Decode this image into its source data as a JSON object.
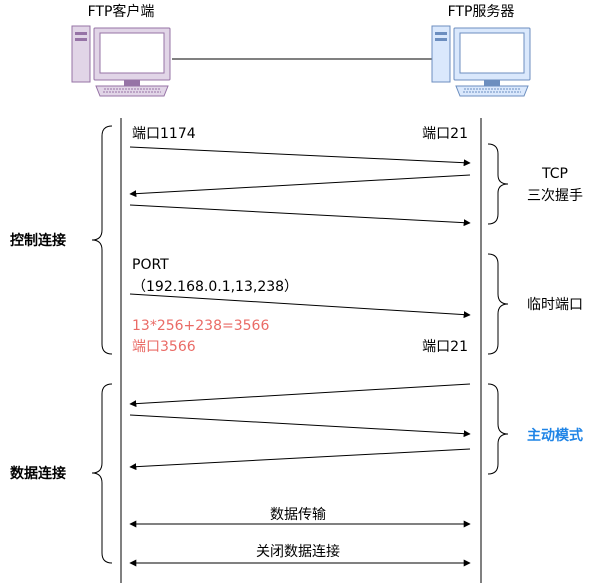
{
  "hosts": {
    "client": {
      "label": "FTP客户端",
      "color": "#a680b8",
      "port_label": "端口1174"
    },
    "server": {
      "label": "FTP服务器",
      "color": "#7ea6e0",
      "port_label": "端口21",
      "port_label_2": "端口21"
    }
  },
  "phases": {
    "control": "控制连接",
    "data": "数据连接"
  },
  "annotations": {
    "tcp_line1": "TCP",
    "tcp_line2": "三次握手",
    "temp_port": "临时端口",
    "active_mode": "主动模式"
  },
  "port_command": {
    "line1": "PORT",
    "line2": "（192.168.0.1,13,238）"
  },
  "calc": {
    "formula": "13*256+238=3566",
    "result": "端口3566"
  },
  "transfers": {
    "data_transfer": "数据传输",
    "close_data": "关闭数据连接"
  },
  "colors": {
    "accent_red": "#ea6b66",
    "accent_blue": "#1f84e6",
    "line": "#000000"
  }
}
